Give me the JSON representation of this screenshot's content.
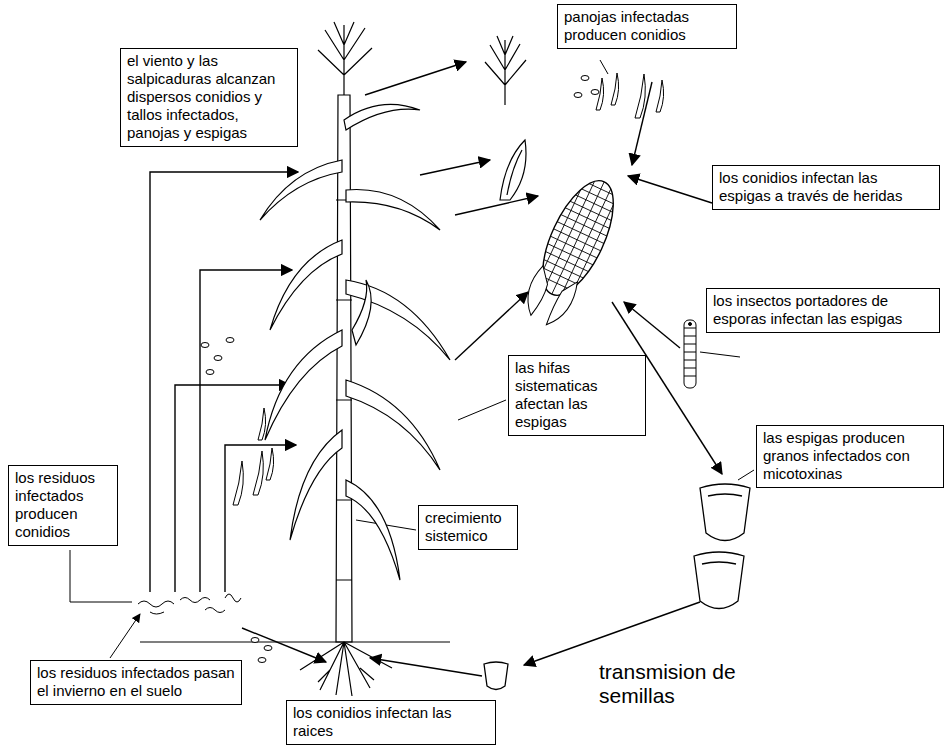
{
  "diagram": {
    "nodes": [
      {
        "text": [
          "panojas infectadas producen conidios"
        ]
      },
      {
        "text": [
          "el viento y las salpicaduras alcanzan dispersos conidios y tallos infectados, panojas y espigas"
        ]
      },
      {
        "text": [
          "los conidios infectan las espigas a través de heridas"
        ]
      },
      {
        "text": [
          "los insectos portadores de esporas infectan las espigas"
        ]
      },
      {
        "text": [
          "las hifas sistematicas afectan las espigas"
        ]
      },
      {
        "text": [
          "las espigas producen granos infectados con micotoxinas"
        ]
      },
      {
        "text": [
          "los residuos infectados producen conidios"
        ]
      },
      {
        "text": [
          "crecimiento sistemico"
        ]
      },
      {
        "text": [
          "los residuos infectados pasan el invierno en el suelo"
        ]
      },
      {
        "text": [
          "los conidios infectan las raices"
        ]
      }
    ],
    "labels": [
      "transmision de semillas"
    ]
  }
}
